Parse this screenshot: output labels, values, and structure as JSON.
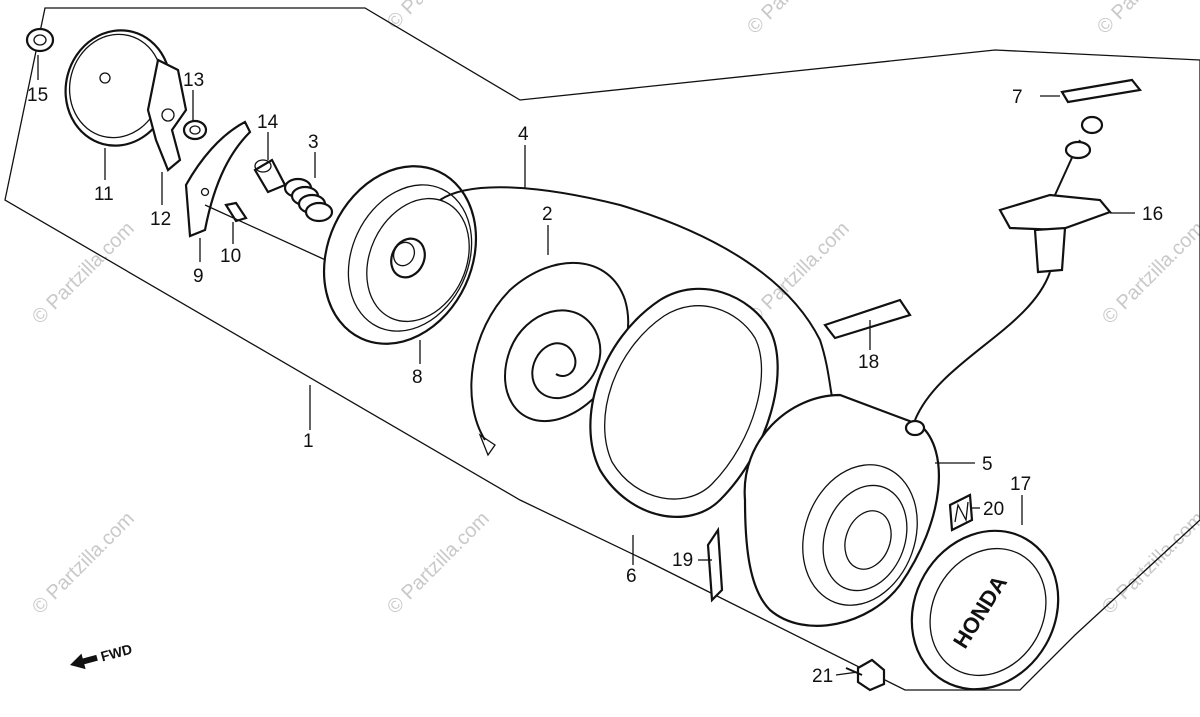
{
  "diagram": {
    "callouts": [
      "1",
      "2",
      "3",
      "4",
      "5",
      "6",
      "7",
      "8",
      "9",
      "10",
      "11",
      "12",
      "13",
      "14",
      "15",
      "16",
      "17",
      "18",
      "19",
      "20",
      "21"
    ],
    "direction_label": "FWD",
    "cover_text": "HONDA",
    "watermark": "© Partzilla.com"
  }
}
